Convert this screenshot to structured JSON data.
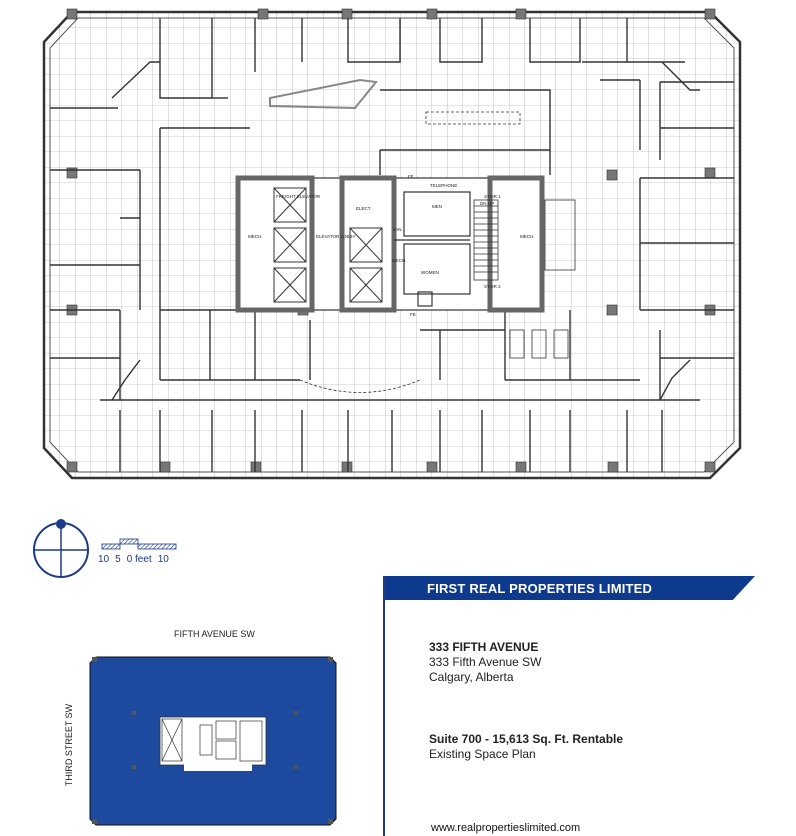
{
  "floorplan": {
    "labels": {
      "freight_elevator": "FREIGHT ELEVATOR",
      "mech_left": "MECH.",
      "elevator_lobby": "ELEVATOR LOBBY",
      "elect": "ELECT.",
      "jan": "JAN.",
      "mech_center": "MECH.",
      "men": "MEN",
      "women": "WOMEN",
      "telephone": "TELEPHONE",
      "stair_1": "STAIR 1",
      "stair_2": "STAIR 2",
      "mech_right": "MECH.",
      "fe_top": "FE",
      "fe_bottom": "FE",
      "dn": "DN",
      "up": "UP"
    }
  },
  "scale": {
    "labels": [
      "10",
      "5",
      "0 feet",
      "10"
    ]
  },
  "keyplan": {
    "street_top": "FIFTH AVENUE SW",
    "street_left": "THIRD STREET SW",
    "fill_color": "#1d4a9e"
  },
  "info": {
    "company": "FIRST REAL PROPERTIES LIMITED",
    "building_name": "333 FIFTH AVENUE",
    "address_line1": "333 Fifth Avenue SW",
    "address_line2": "Calgary, Alberta",
    "suite": "Suite 700 - 15,613 Sq. Ft. Rentable",
    "plan_type": "Existing Space Plan",
    "website": "www.realpropertieslimited.com",
    "brand_color": "#0e3a8e"
  }
}
